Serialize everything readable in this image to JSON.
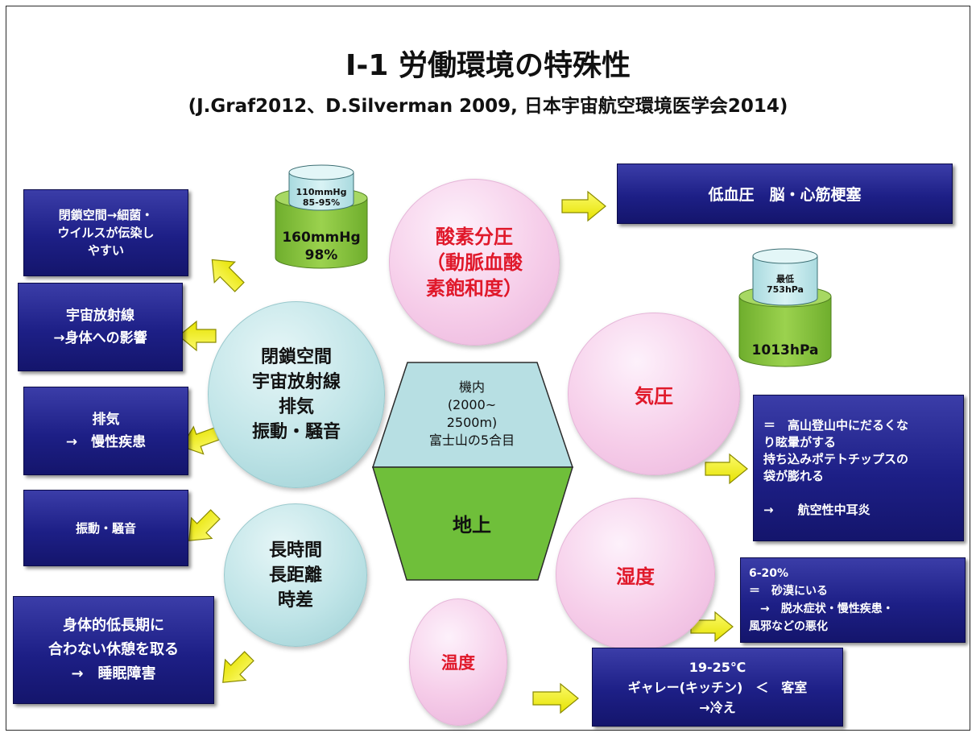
{
  "title": {
    "main": "Ⅰ-1 労働環境の特殊性",
    "sources": "(J.Graf2012、D.Silverman 2009, 日本宇宙航空環境医学会2014)"
  },
  "cylinders": {
    "oxygen": {
      "top": [
        "110mmHg",
        "85-95%"
      ],
      "bottom": [
        "160mmHg",
        "98%"
      ]
    },
    "pressure": {
      "top": [
        "最低",
        "753hPa"
      ],
      "bottom": [
        "1013hPa"
      ]
    }
  },
  "circles": {
    "oxygen": [
      "酸素分圧",
      "（動脈血酸",
      "素飽和度）"
    ],
    "pressure": [
      "気圧"
    ],
    "humidity": [
      "湿度"
    ],
    "temperature": [
      "温度"
    ],
    "closed_space": [
      "閉鎖空間",
      "宇宙放射線",
      "排気",
      "振動・騒音"
    ],
    "long_haul": [
      "長時間",
      "長距離",
      "時差"
    ]
  },
  "hexagon": {
    "cabin": [
      "機内",
      "(2000~",
      "2500m)",
      "富士山の5合目"
    ],
    "ground": [
      "地上"
    ]
  },
  "boxes": {
    "hypotension": [
      "低血圧　脳・心筋梗塞"
    ],
    "infection": [
      "閉鎖空間→細菌・",
      "ウイルスが伝染し",
      "やすい"
    ],
    "radiation": [
      "宇宙放射線",
      "→身体への影響"
    ],
    "exhaust": [
      "排気",
      "→　慢性疾患"
    ],
    "vibration": [
      "振動・騒音"
    ],
    "circadian": [
      "身体的低長期に",
      "合わない休憩を取る",
      "→　睡眠障害"
    ],
    "pressure_effects": [
      "＝　高山登山中にだるくな",
      "り眩暈がする",
      "持ち込みポテトチップスの",
      "袋が膨れる",
      "",
      "→　　航空性中耳炎"
    ],
    "humidity_effects": [
      "6-20%",
      "＝　砂漠にいる",
      "　→　脱水症状・慢性疾患・",
      "風邪などの悪化"
    ],
    "temperature_effects": [
      "19-25℃",
      "ギャレー(キッチン)　＜　客室",
      "→冷え"
    ]
  },
  "colors": {
    "box_fill": "#1d1f86",
    "arrow_fill": "#f5f200",
    "pink_circle": "#f6cde9",
    "teal_circle": "#bfe4e7",
    "cabin_fill": "#b7dfe3",
    "ground_fill": "#6fbf3a",
    "cylinder_top": "#c9ecef",
    "cylinder_bottom": "#8cc63f",
    "accent_red": "#e0182a"
  }
}
